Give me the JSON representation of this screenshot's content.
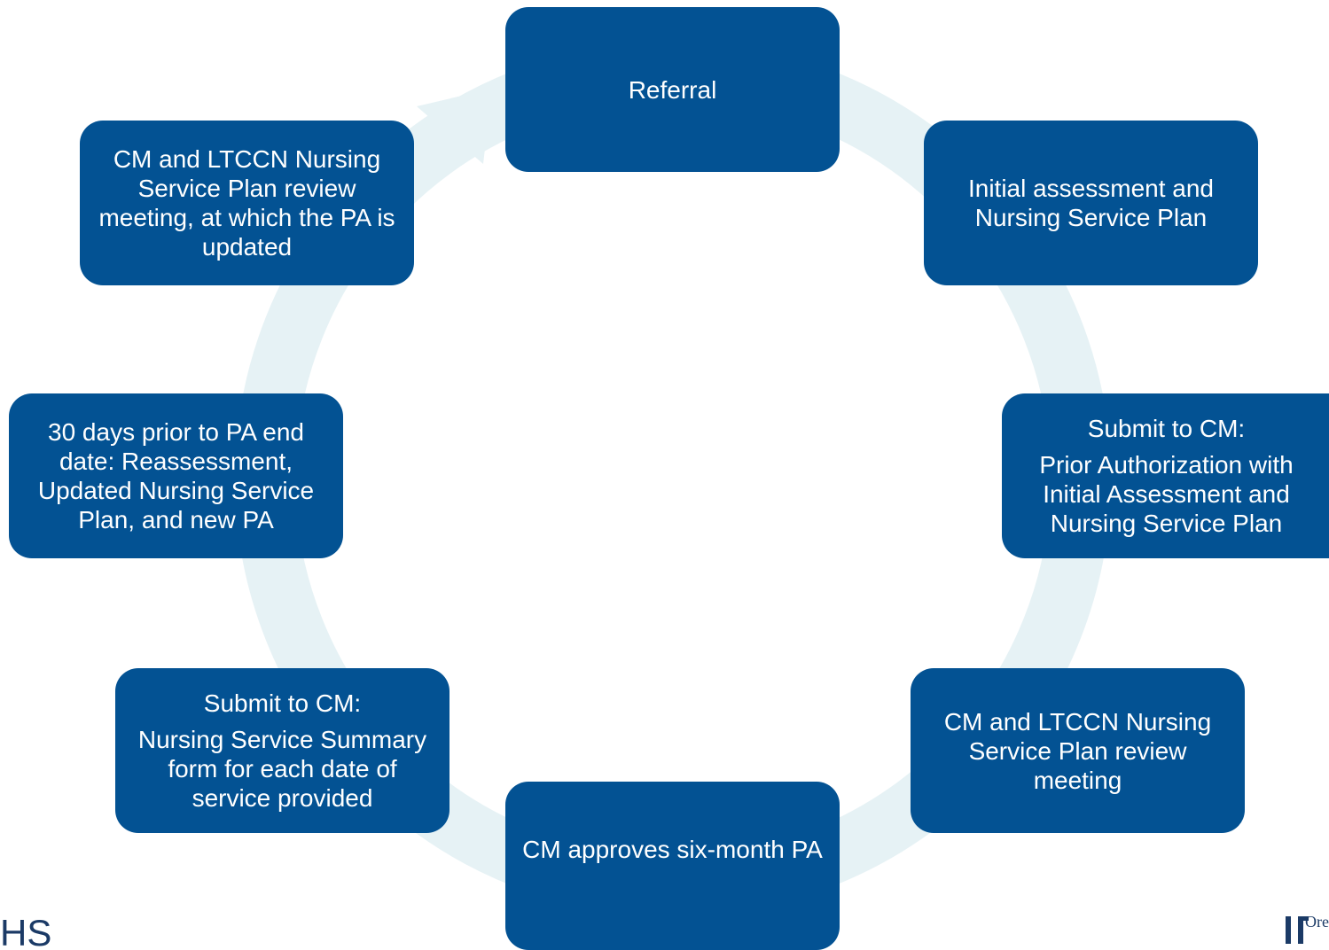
{
  "diagram": {
    "ring_color": "#e6f2f5",
    "node_color": "#035293",
    "nodes": {
      "referral": {
        "text": "Referral"
      },
      "initial_assessment": {
        "text": "Initial assessment and Nursing Service Plan"
      },
      "submit_prior_auth": {
        "heading": "Submit to CM:",
        "text": "Prior Authorization with Initial Assessment and Nursing Service Plan"
      },
      "review_meeting": {
        "text": "CM and LTCCN Nursing Service Plan review meeting"
      },
      "approve_pa": {
        "text": "CM approves six-month PA"
      },
      "submit_summary": {
        "heading": "Submit to CM:",
        "text": "Nursing Service Summary form for each date of service provided"
      },
      "reassessment": {
        "text": "30 days prior to PA end date: Reassessment, Updated Nursing Service Plan, and new PA"
      },
      "review_meeting_pa": {
        "text": "CM and LTCCN Nursing Service Plan review meeting, at which the PA is updated"
      }
    }
  },
  "logos": {
    "left_text": "HS",
    "right_text": "Oreg"
  }
}
